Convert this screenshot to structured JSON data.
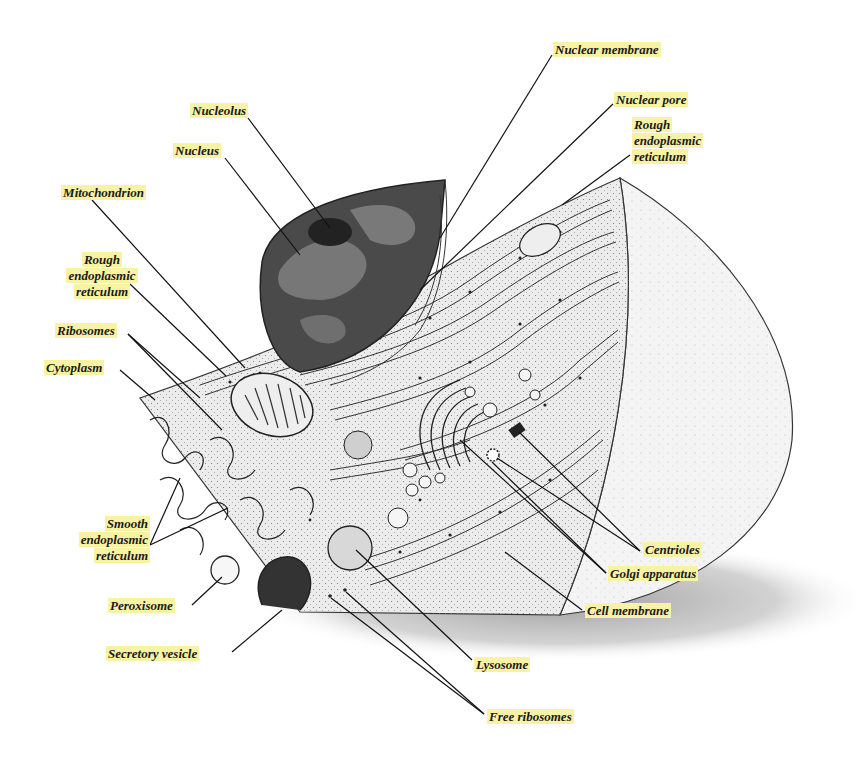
{
  "diagram": {
    "labels": [
      "Nuclear membrane",
      "Nuclear pore",
      "Rough endoplasmic reticulum",
      "Nucleolus",
      "Nucleus",
      "Mitochondrion",
      "Rough endoplasmic reticulum",
      "Ribosomes",
      "Cytoplasm",
      "Smooth endoplasmic reticulum",
      "Peroxisome",
      "Secretory vesicle",
      "Lysosome",
      "Free ribosomes",
      "Cell membrane",
      "Golgi apparatus",
      "Centrioles"
    ]
  }
}
